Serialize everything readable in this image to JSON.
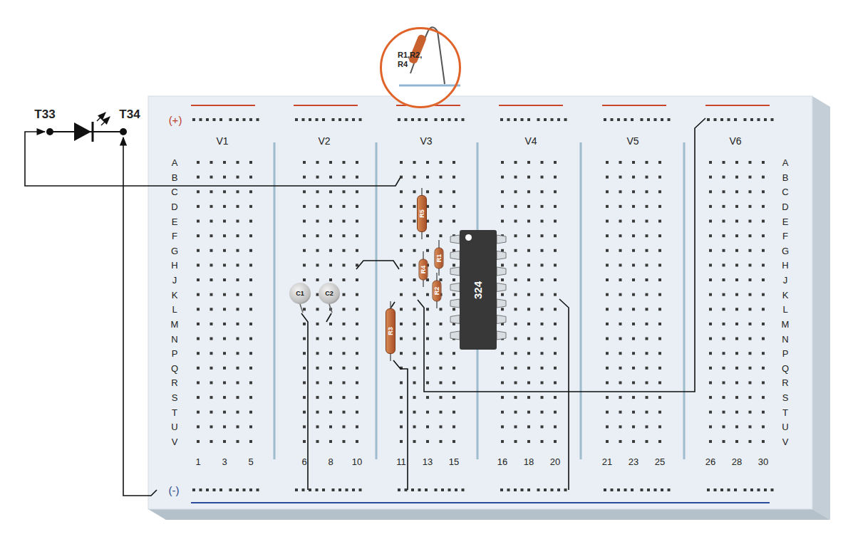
{
  "diagram": {
    "nodes": [
      {
        "text": [
          "R1,R2, R4"
        ]
      },
      {
        "text": [
          "R5"
        ]
      },
      {
        "text": [
          "R1"
        ]
      },
      {
        "text": [
          "R4"
        ]
      },
      {
        "text": [
          "R2"
        ]
      },
      {
        "text": [
          "C1"
        ]
      },
      {
        "text": [
          "C2"
        ]
      },
      {
        "text": [
          "R3"
        ]
      },
      {
        "text": [
          "324"
        ]
      }
    ],
    "labels": [
      "T33",
      "T34",
      "(+)",
      "(-)",
      "V1",
      "V2",
      "V3",
      "V4",
      "V5",
      "V6",
      "A",
      "B",
      "C",
      "D",
      "E",
      "F",
      "G",
      "H",
      "J",
      "K",
      "L",
      "M",
      "N",
      "P",
      "Q",
      "R",
      "S",
      "T",
      "U",
      "V",
      "A",
      "B",
      "C",
      "D",
      "E",
      "F",
      "G",
      "H",
      "J",
      "K",
      "L",
      "M",
      "N",
      "P",
      "Q",
      "R",
      "S",
      "T",
      "U",
      "V",
      "1",
      "3",
      "5",
      "6",
      "8",
      "10",
      "11",
      "13",
      "15",
      "16",
      "18",
      "20",
      "21",
      "23",
      "25",
      "26",
      "28",
      "30"
    ]
  }
}
